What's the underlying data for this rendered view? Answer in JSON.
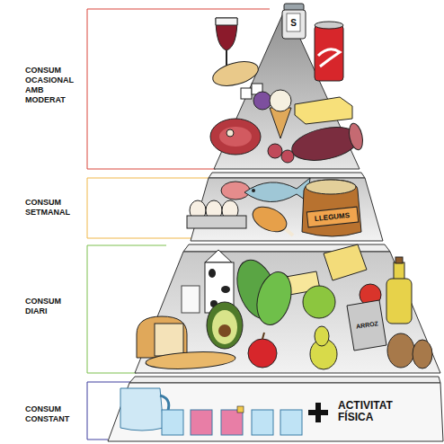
{
  "diagram": {
    "labels": [
      "CONSUM OCASIONAL AMB MODERAT",
      "CONSUM SETMANAL",
      "CONSUM DIARI",
      "CONSUM CONSTANT",
      "S",
      "LLEGUMS",
      "ARROZ",
      "ACTIVITAT FÍSICA"
    ]
  }
}
